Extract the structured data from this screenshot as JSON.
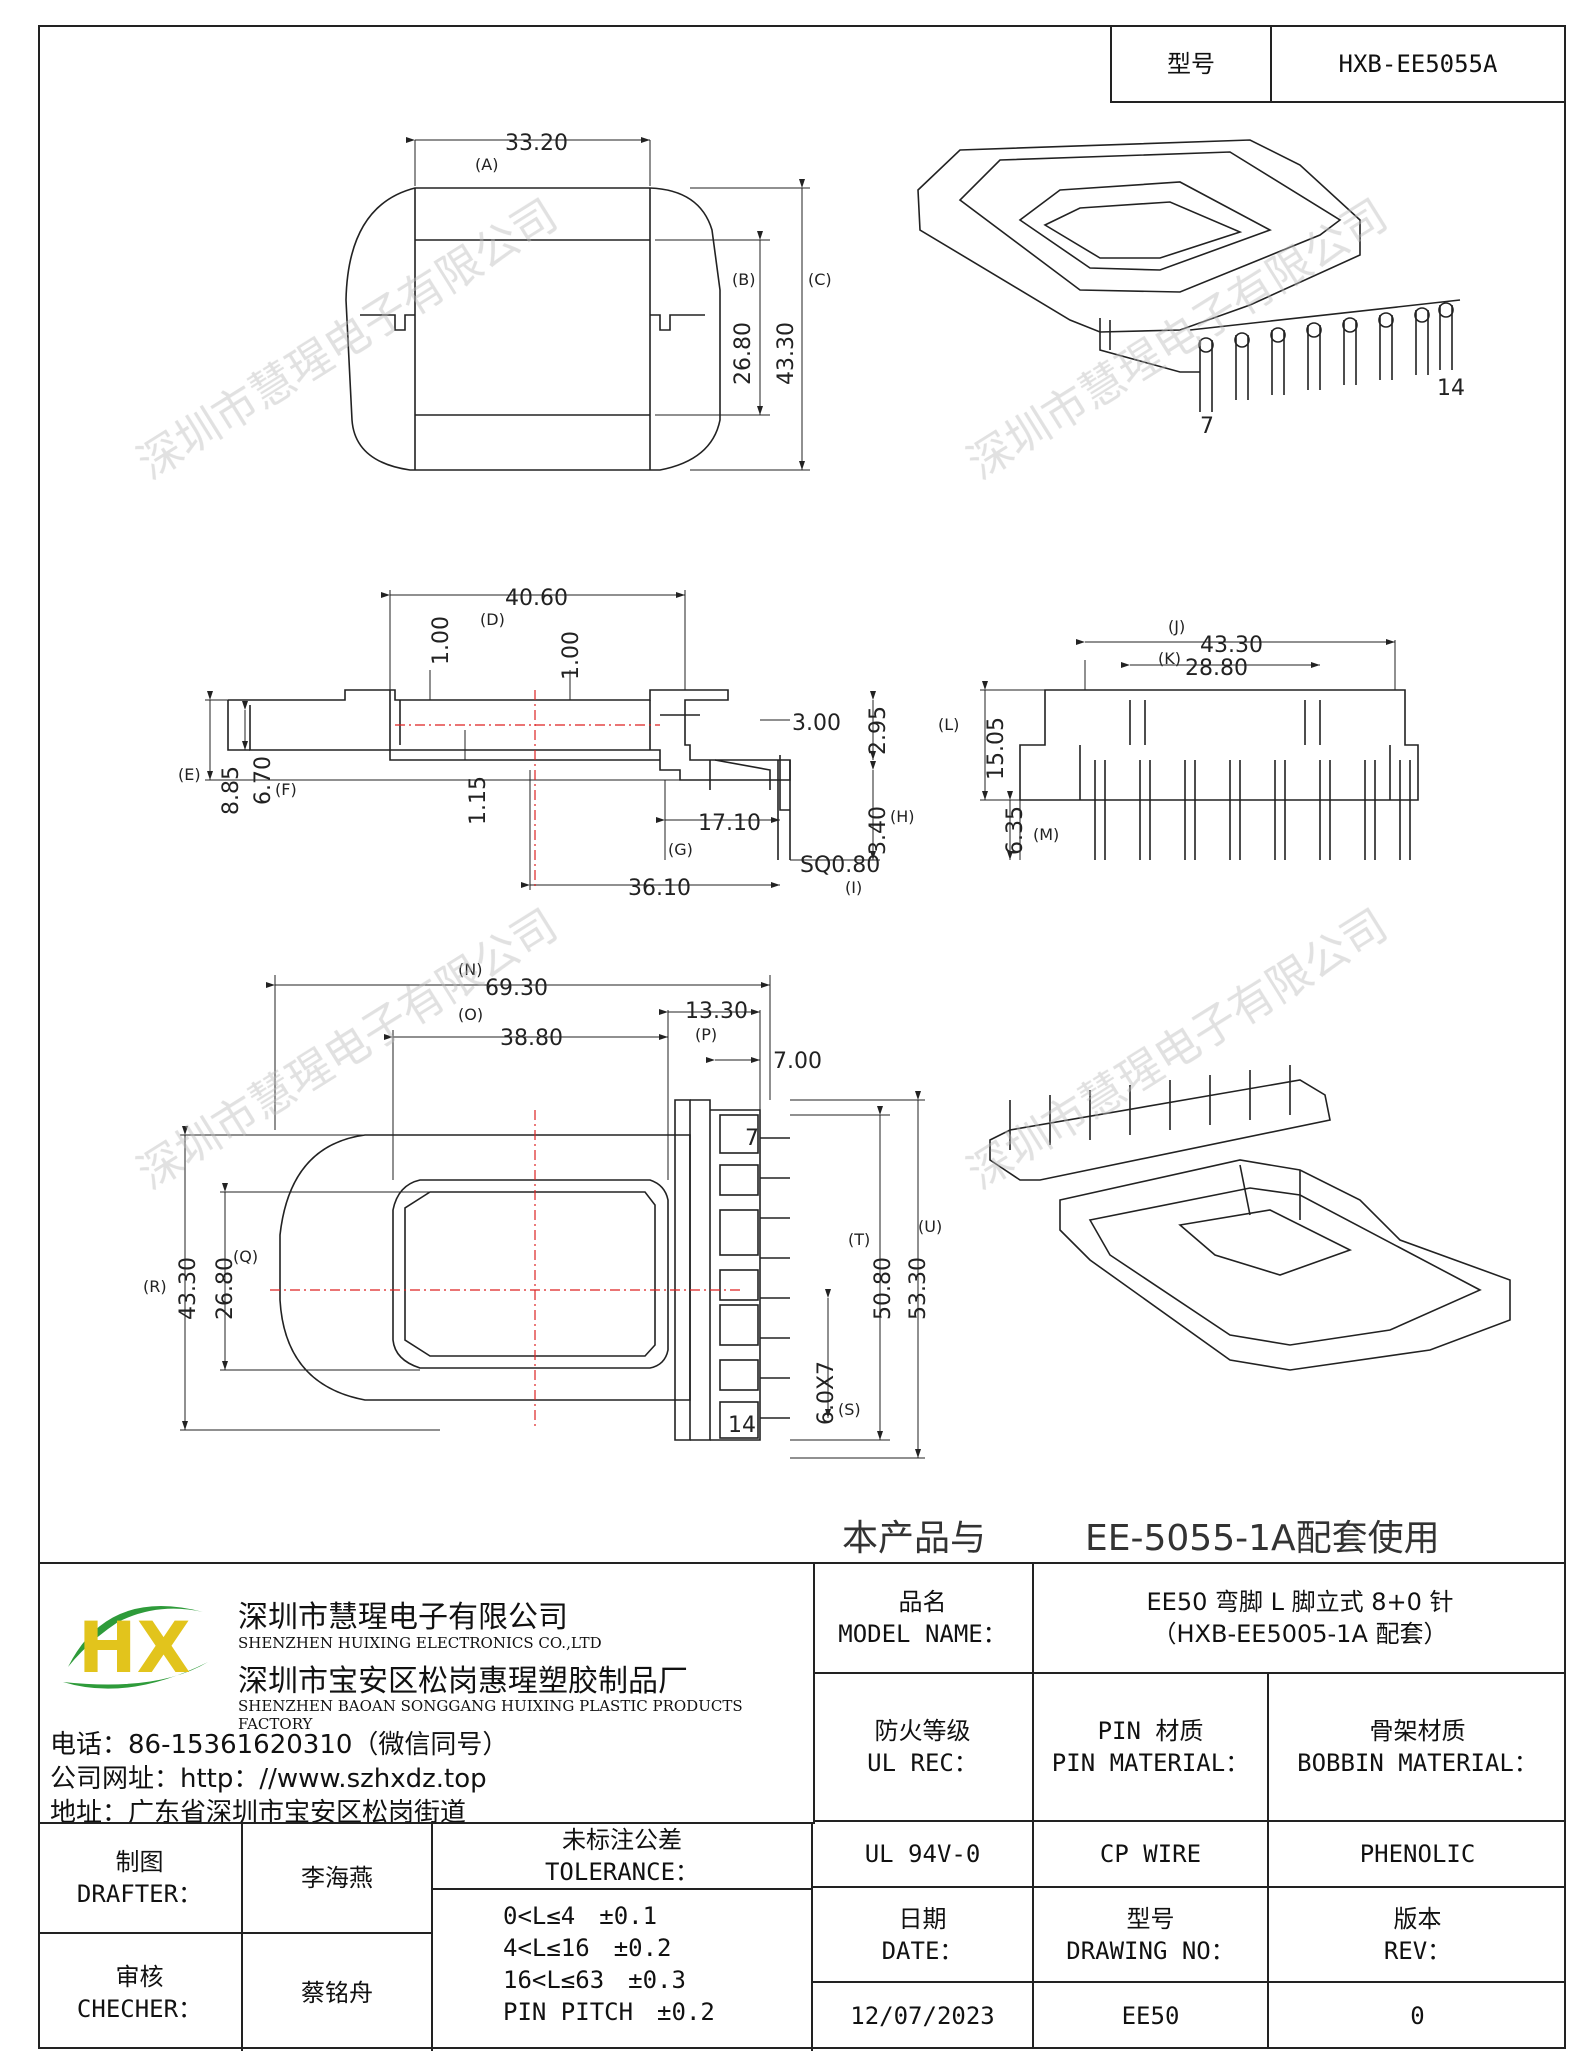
{
  "model_box": {
    "label": "型号",
    "value": "HXB-EE5055A"
  },
  "watermark": "深圳市慧瑆电子有限公司",
  "note": "本产品与",
  "note_part": "EE-5055-1A配套使用",
  "dims": {
    "top_view": {
      "d1": "33.20",
      "d1l": "(A)",
      "d2": "26.80",
      "d2l": "(B)",
      "d3": "43.30",
      "d3l": "(C)"
    },
    "side_view": {
      "d4": "40.60",
      "d4l": "(D)",
      "d5": "1.00",
      "d6": "1.00",
      "d7": "8.85",
      "d7l": "(E)",
      "d8": "6.70",
      "d8l": "(F)",
      "d9": "1.15",
      "d10": "3.00",
      "d11": "2.95",
      "d12": "17.10",
      "d12l": "(G)",
      "d13": "3.40",
      "d13l": "(H)",
      "d14": "SQ0.80",
      "d14l": "(I)",
      "d15": "36.10"
    },
    "front_view": {
      "d16": "43.30",
      "d16l": "(J)",
      "d17": "28.80",
      "d17l": "(K)",
      "d18": "15.05",
      "d18l": "(L)",
      "d19": "6.35",
      "d19l": "(M)"
    },
    "bottom_view": {
      "d20": "69.30",
      "d20l": "(N)",
      "d21": "38.80",
      "d21l": "(O)",
      "d22": "13.30",
      "d22l": "(P)",
      "d23": "7.00",
      "d24": "43.30",
      "d24l": "(R)",
      "d25": "26.80",
      "d25l": "(Q)",
      "d26": "50.80",
      "d26l": "(T)",
      "d27": "53.30",
      "d27l": "(U)",
      "d28": "6.0X7",
      "d28l": "(S)",
      "pin_first": "7",
      "pin_last": "14"
    },
    "iso_top": {
      "pin_a": "7",
      "pin_b": "14"
    }
  },
  "title_block": {
    "company_cn": "深圳市慧瑆电子有限公司",
    "company_en": "SHENZHEN HUIXING ELECTRONICS CO.,LTD",
    "factory_cn": "深圳市宝安区松岗惠瑆塑胶制品厂",
    "factory_en": "SHENZHEN BAOAN SONGGANG HUIXING PLASTIC PRODUCTS FACTORY",
    "phone": "电话：86-15361620310（微信同号）",
    "website": "公司网址：http：//www.szhxdz.top",
    "address": "地址：广东省深圳市宝安区松岗街道",
    "logo_text": "HX",
    "product_name_label_cn": "品名",
    "product_name_label_en": "MODEL NAME：",
    "product_name_1": "EE50 弯脚 L 脚立式 8+0 针",
    "product_name_2": "（HXB-EE5005-1A 配套）",
    "fire_label_cn": "防火等级",
    "fire_label_en": "UL REC：",
    "pin_label_cn": "PIN 材质",
    "pin_label_en": "PIN MATERIAL：",
    "bobbin_label_cn": "骨架材质",
    "bobbin_label_en": "BOBBIN MATERIAL：",
    "fire_value": "UL 94V-0",
    "pin_value": "CP WIRE",
    "bobbin_value": "PHENOLIC",
    "drafter_cn": "制图",
    "drafter_en": "DRAFTER：",
    "drafter_name": "李海燕",
    "checker_cn": "审核",
    "checker_en": "CHECHER：",
    "checker_name": "蔡铭舟",
    "tol_cn": "未标注公差",
    "tol_en": "TOLERANCE：",
    "tol_lines": [
      "0<L≤4　±0.1",
      "4<L≤16　±0.2",
      "16<L≤63　±0.3",
      "PIN PITCH　±0.2"
    ],
    "date_cn": "日期",
    "date_en": "DATE：",
    "date_value": "12/07/2023",
    "drawing_cn": "型号",
    "drawing_en": "DRAWING NO：",
    "drawing_value": "EE50",
    "rev_cn": "版本",
    "rev_en": "REV：",
    "rev_value": "0"
  }
}
